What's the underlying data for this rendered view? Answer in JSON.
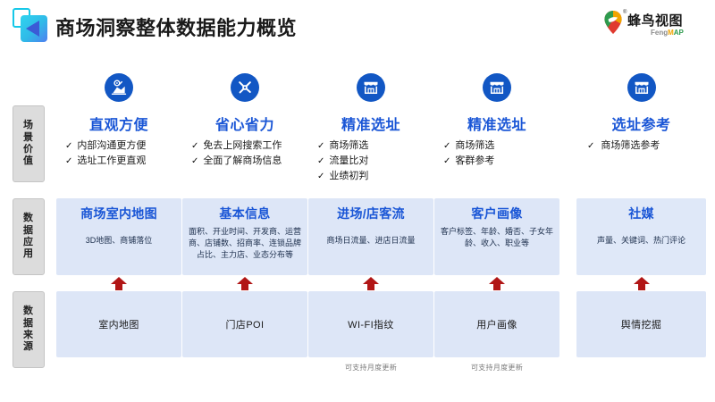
{
  "header": {
    "title": "商场洞察整体数据能力概览",
    "brand_icon": "fengmap-cube-icon",
    "logo": {
      "cn_name": "蜂鸟视图",
      "registered_mark": "®",
      "en_name_part1": "Feng",
      "en_name_part2": "M",
      "en_name_part3": "AP",
      "pin_icon": "location-pin-icon"
    }
  },
  "row_labels": [
    {
      "text": "场景价值",
      "name": "row-label-scenario-value"
    },
    {
      "text": "数据应用",
      "name": "row-label-data-application"
    },
    {
      "text": "数据来源",
      "name": "row-label-data-source"
    }
  ],
  "colors": {
    "accent_blue": "#1a56d6",
    "icon_blue": "#1257c4",
    "box_blue": "#dde6f7",
    "arrow_red": "#b11616",
    "rail_gray": "#dcdcdc"
  },
  "columns": [
    {
      "value": {
        "icon": "location-search-pin-icon",
        "title": "直观方便",
        "items": [
          "内部沟通更方便",
          "选址工作更直观"
        ]
      },
      "application": {
        "title": "商场室内地图",
        "desc": "3D地图、商铺落位"
      },
      "source": {
        "label": "室内地图",
        "note": ""
      }
    },
    {
      "value": {
        "icon": "compass-tool-icon",
        "title": "省心省力",
        "items": [
          "免去上网搜索工作",
          "全面了解商场信息"
        ]
      },
      "application": {
        "title": "基本信息",
        "desc": "面积、开业时间、开发商、运营商、店铺数、招商率、连锁品牌占比、主力店、业态分布等"
      },
      "source": {
        "label": "门店POI",
        "note": ""
      }
    },
    {
      "value": {
        "icon": "storefront-icon",
        "title": "精准选址",
        "items": [
          "商场筛选",
          "流量比对",
          "业绩初判"
        ]
      },
      "application": {
        "title": "进场/店客流",
        "desc": "商场日流量、进店日流量"
      },
      "source": {
        "label": "WI-FI指纹",
        "note": "可支持月度更新"
      }
    },
    {
      "value": {
        "icon": "storefront-icon",
        "title": "精准选址",
        "items": [
          "商场筛选",
          "客群参考"
        ]
      },
      "application": {
        "title": "客户画像",
        "desc": "客户标签、年龄、婚否、子女年龄、收入、职业等"
      },
      "source": {
        "label": "用户画像",
        "note": "可支持月度更新"
      }
    },
    {
      "value": {
        "icon": "storefront-icon",
        "title": "选址参考",
        "items": [
          "商场筛选参考"
        ]
      },
      "application": {
        "title": "社媒",
        "desc": "声量、关键词、热门评论"
      },
      "source": {
        "label": "舆情挖掘",
        "note": ""
      }
    }
  ],
  "tick_glyph": "✓"
}
